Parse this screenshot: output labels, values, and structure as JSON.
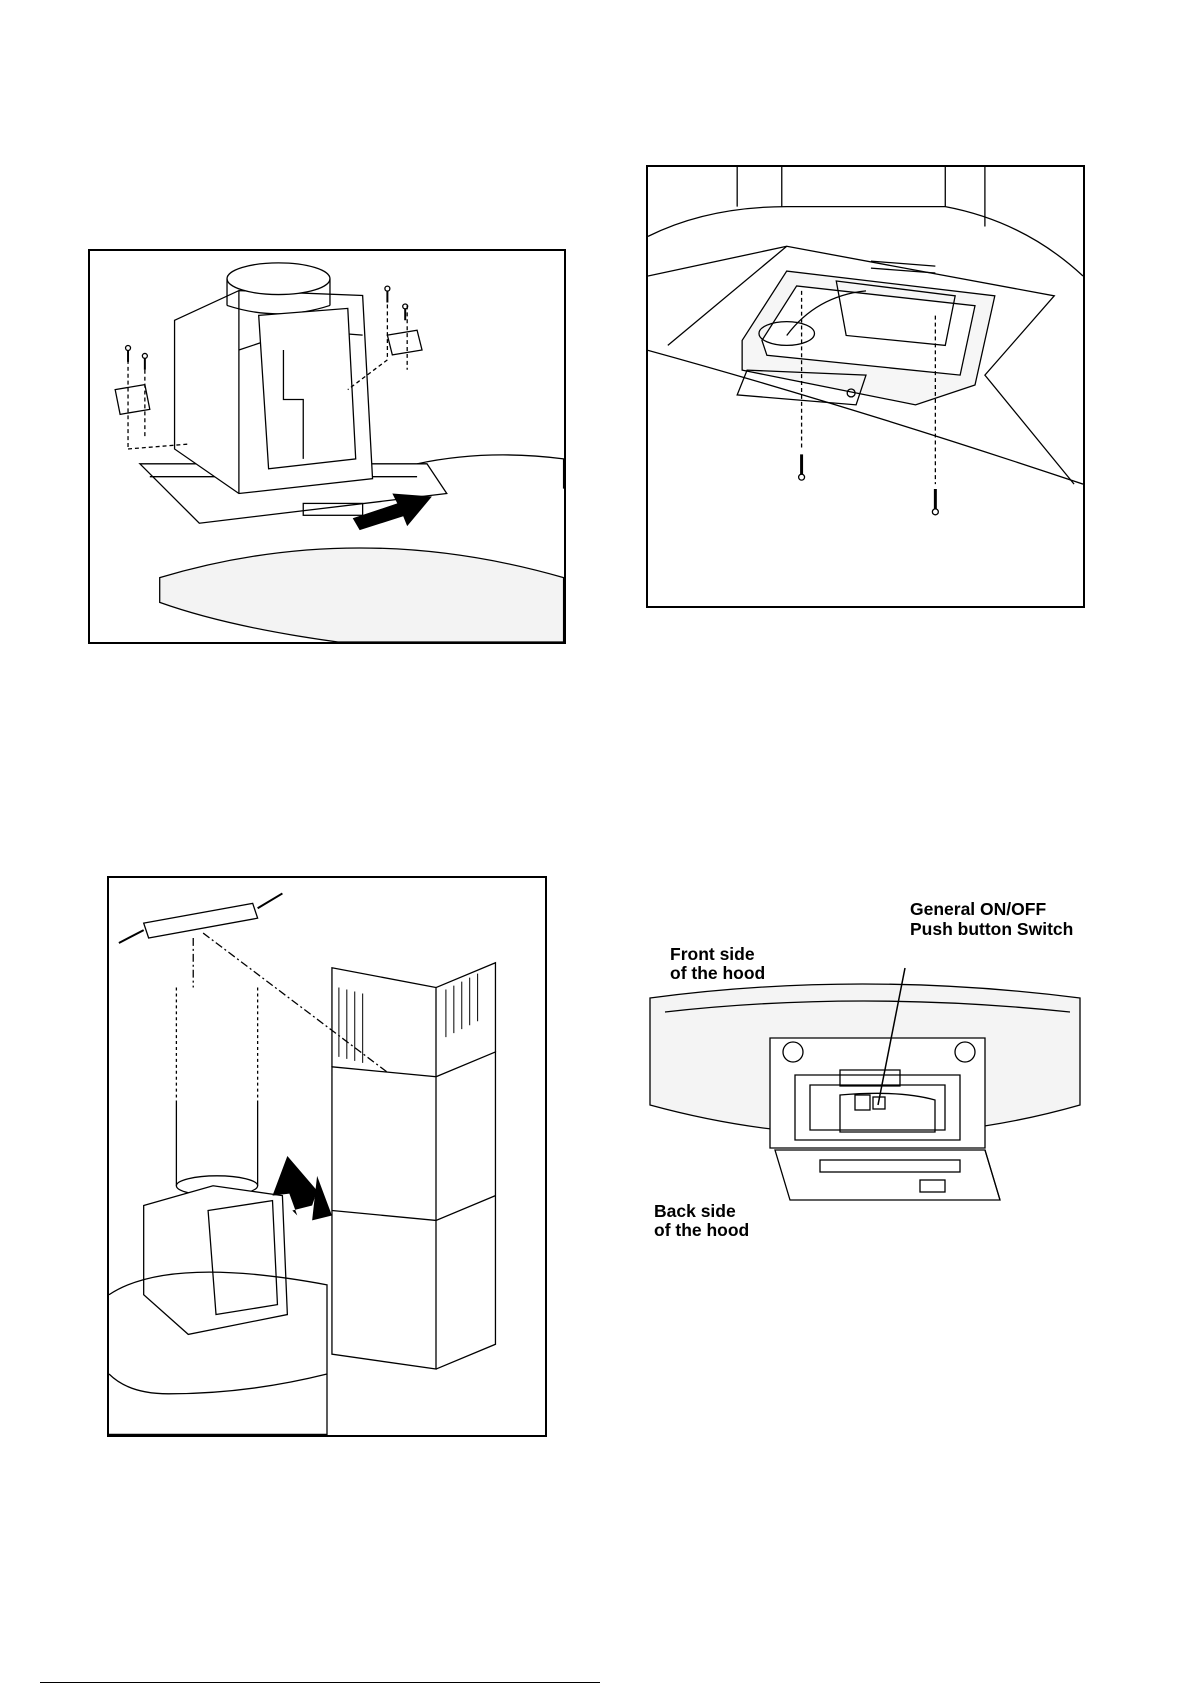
{
  "figures": {
    "switch_diagram": {
      "switch_label_line1": "General ON/OFF",
      "switch_label_line2": "Push button Switch",
      "front_label_line1": "Front side",
      "front_label_line2": "of the hood",
      "back_label_line1": "Back side",
      "back_label_line2": "of the hood"
    }
  }
}
